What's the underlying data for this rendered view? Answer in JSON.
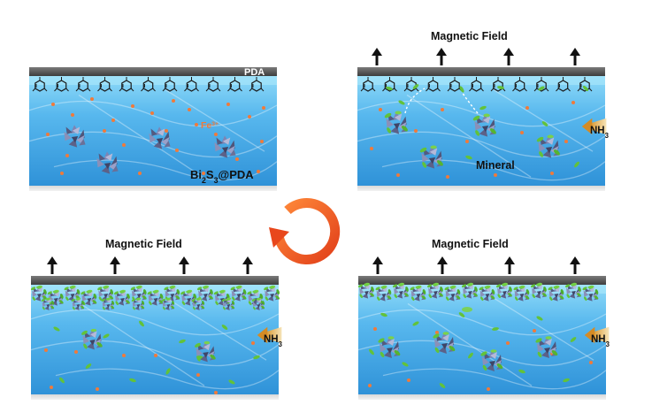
{
  "panels": [
    {
      "id": "top-left",
      "labels": {
        "pda": "PDA",
        "fe": "Fe",
        "fe_sup": "3+",
        "bi_a": "Bi",
        "bi_sub1": "2",
        "bi_b": "S",
        "bi_sub2": "3",
        "bi_c": "@PDA"
      }
    },
    {
      "id": "top-right",
      "field_label": "Magnetic Field",
      "nh3_a": "NH",
      "nh3_sub": "3",
      "mineral": "Mineral"
    },
    {
      "id": "bottom-left",
      "field_label": "Magnetic Field",
      "nh3_a": "NH",
      "nh3_sub": "3"
    },
    {
      "id": "bottom-right",
      "field_label": "Magnetic Field",
      "nh3_a": "NH",
      "nh3_sub": "3"
    }
  ],
  "colors": {
    "water_top": "#7fd0f5",
    "water_bottom": "#2c8fd6",
    "pda_bar": "#5a5a5a",
    "cycle_arrow": "#f05a1e",
    "nh3_arrow": "#e8a23a",
    "fe_dot": "#f07a3a",
    "mineral_green": "#62c23a",
    "nanoflower": "#6a6f92"
  },
  "icons": [
    "field-arrow-icon",
    "catechol-ring-icon",
    "nanoflower-icon",
    "nh3-arrow-icon",
    "cycle-arrow-icon"
  ]
}
